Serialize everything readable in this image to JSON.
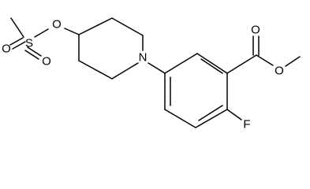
{
  "atoms": {
    "sulfonyl_sulfur": "S",
    "sulfonyl_oxygen_upper": "O",
    "sulfonyl_oxygen_lower": "O",
    "ester_oxygen_mesylate": "O",
    "piperidine_nitrogen": "N",
    "carbonyl_oxygen": "O",
    "ester_oxygen_methyl": "O",
    "fluorine": "F"
  },
  "colors": {
    "bond": "#000000",
    "label": "#000000",
    "background": "#ffffff"
  }
}
